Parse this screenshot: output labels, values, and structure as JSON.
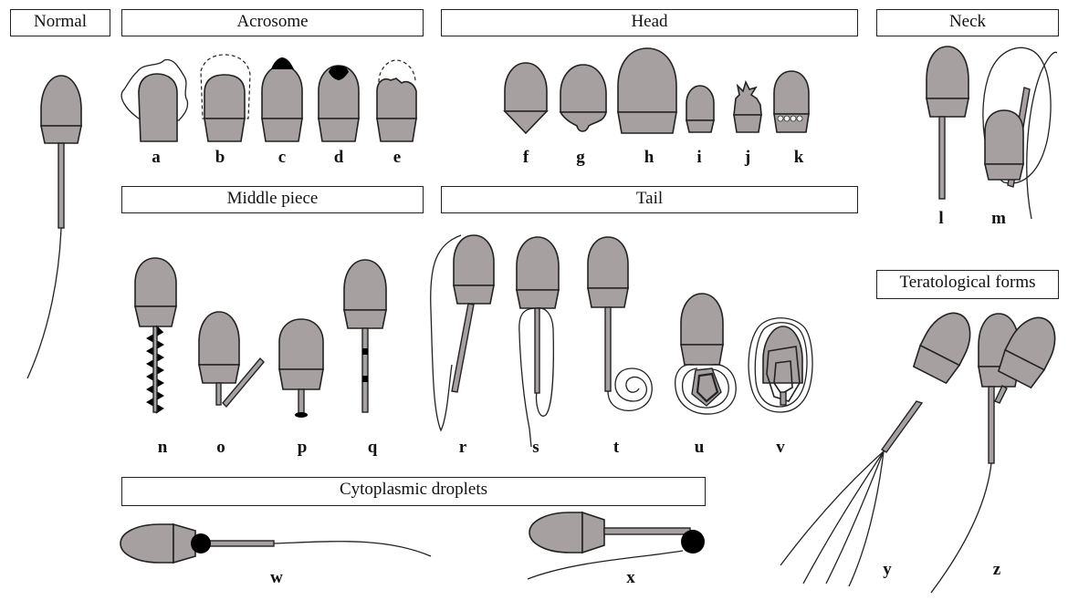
{
  "section_titles": {
    "normal": "Normal",
    "acrosome": "Acrosome",
    "head": "Head",
    "neck": "Neck",
    "middle_piece": "Middle piece",
    "tail": "Tail",
    "teratological": "Teratological forms",
    "cytoplasmic": "Cytoplasmic droplets"
  },
  "labels": {
    "a": "a",
    "b": "b",
    "c": "c",
    "d": "d",
    "e": "e",
    "f": "f",
    "g": "g",
    "h": "h",
    "i": "i",
    "j": "j",
    "k": "k",
    "l": "l",
    "m": "m",
    "n": "n",
    "o": "o",
    "p": "p",
    "q": "q",
    "r": "r",
    "s": "s",
    "t": "t",
    "u": "u",
    "v": "v",
    "w": "w",
    "x": "x",
    "y": "y",
    "z": "z"
  },
  "colors": {
    "cell_fill": "#a6a1a0",
    "outline": "#222222",
    "droplet": "#000000"
  }
}
